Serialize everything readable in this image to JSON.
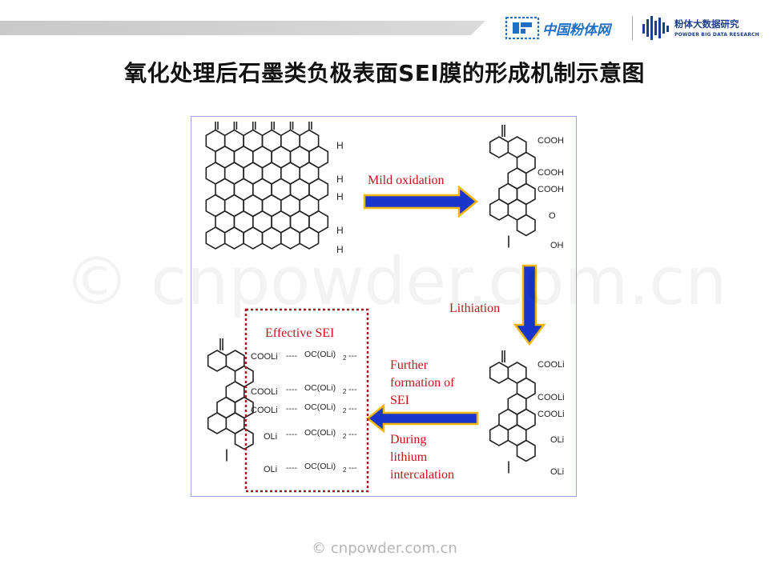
{
  "header": {
    "logo1_text": "中国粉体网",
    "logo2_cn": "粉体大数据研究",
    "logo2_en": "POWDER BIG DATA RESEARCH"
  },
  "title": "氧化处理后石墨类负极表面SEI膜的形成机制示意图",
  "diagram": {
    "arrow_oxidation_label": "Mild oxidation",
    "arrow_lithiation_label": "Lithiation",
    "arrow_sei_label_1": "Further",
    "arrow_sei_label_2": "formation of",
    "arrow_sei_label_3": "SEI",
    "arrow_sei_label_4": "During",
    "arrow_sei_label_5": "lithium",
    "arrow_sei_label_6": "intercalation",
    "sei_box_title": "Effective SEI",
    "graphite_h_labels": [
      "H",
      "H",
      "H",
      "H",
      "H"
    ],
    "oxidized_groups": [
      "COOH",
      "COOH",
      "COOH",
      "O",
      "OH"
    ],
    "lithiated_groups": [
      "COOLi",
      "COOLi",
      "COOLi",
      "OLi",
      "OLi"
    ],
    "sei_left_groups": [
      "COOLi",
      "COOLi",
      "COOLi",
      "OLi",
      "OLi"
    ],
    "sei_species": [
      "OC(OLi)",
      "OC(OLi)",
      "OC(OLi)",
      "OC(OLi)",
      "OC(OLi)"
    ],
    "sei_subscript": "2",
    "colors": {
      "arrow_fill": "#1a35c9",
      "arrow_outline": "#f2b705",
      "label_red": "#c0141c",
      "sei_box_border": "#b0101a"
    }
  },
  "watermark": {
    "big": "© cnpowder.com.cn",
    "small": "© cnpowder.com.cn"
  }
}
